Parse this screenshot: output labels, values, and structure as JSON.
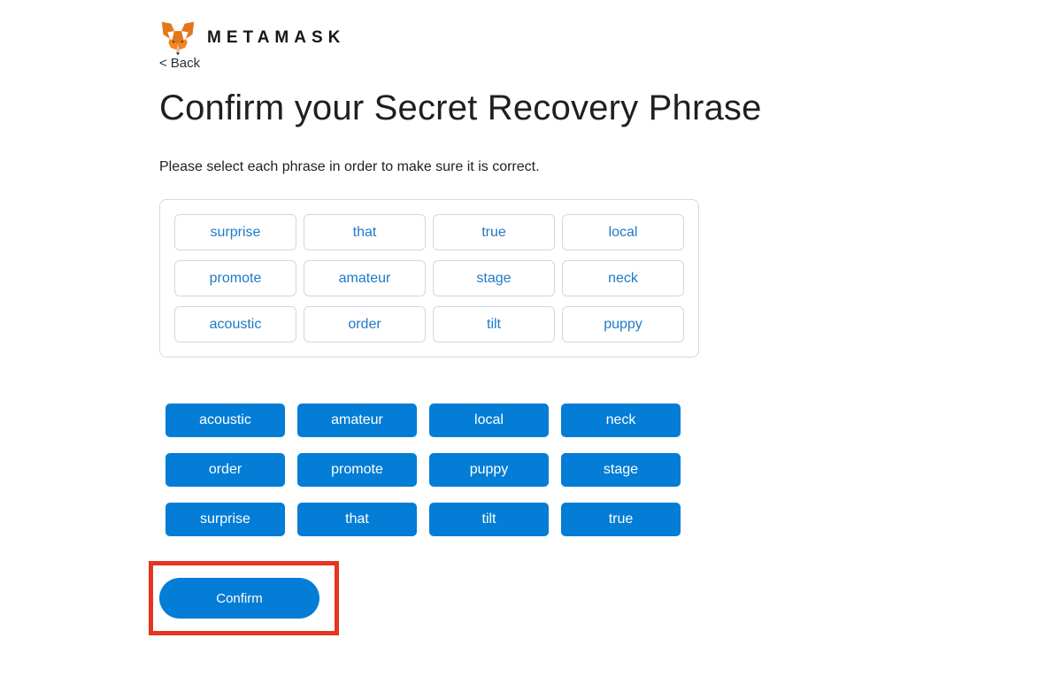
{
  "brand": {
    "wordmark": "METAMASK"
  },
  "nav": {
    "back_chevron": "<",
    "back_label": "Back"
  },
  "page": {
    "title": "Confirm your Secret Recovery Phrase",
    "instruction": "Please select each phrase in order to make sure it is correct."
  },
  "selected_grid": {
    "rows": 3,
    "cols": 4,
    "words": [
      "surprise",
      "that",
      "true",
      "local",
      "promote",
      "amateur",
      "stage",
      "neck",
      "acoustic",
      "order",
      "tilt",
      "puppy"
    ]
  },
  "word_bank": {
    "rows": 3,
    "cols": 4,
    "words": [
      "acoustic",
      "amateur",
      "local",
      "neck",
      "order",
      "promote",
      "puppy",
      "stage",
      "surprise",
      "that",
      "tilt",
      "true"
    ]
  },
  "actions": {
    "confirm_label": "Confirm"
  },
  "annotation": {
    "type": "highlight-box",
    "color": "#e6351f"
  },
  "colors": {
    "primary_blue": "#037dd6",
    "chip_border": "#cdd9e3",
    "panel_border": "#d6d9dc",
    "text_dark": "#1d2023",
    "annotation_red": "#e6351f"
  }
}
